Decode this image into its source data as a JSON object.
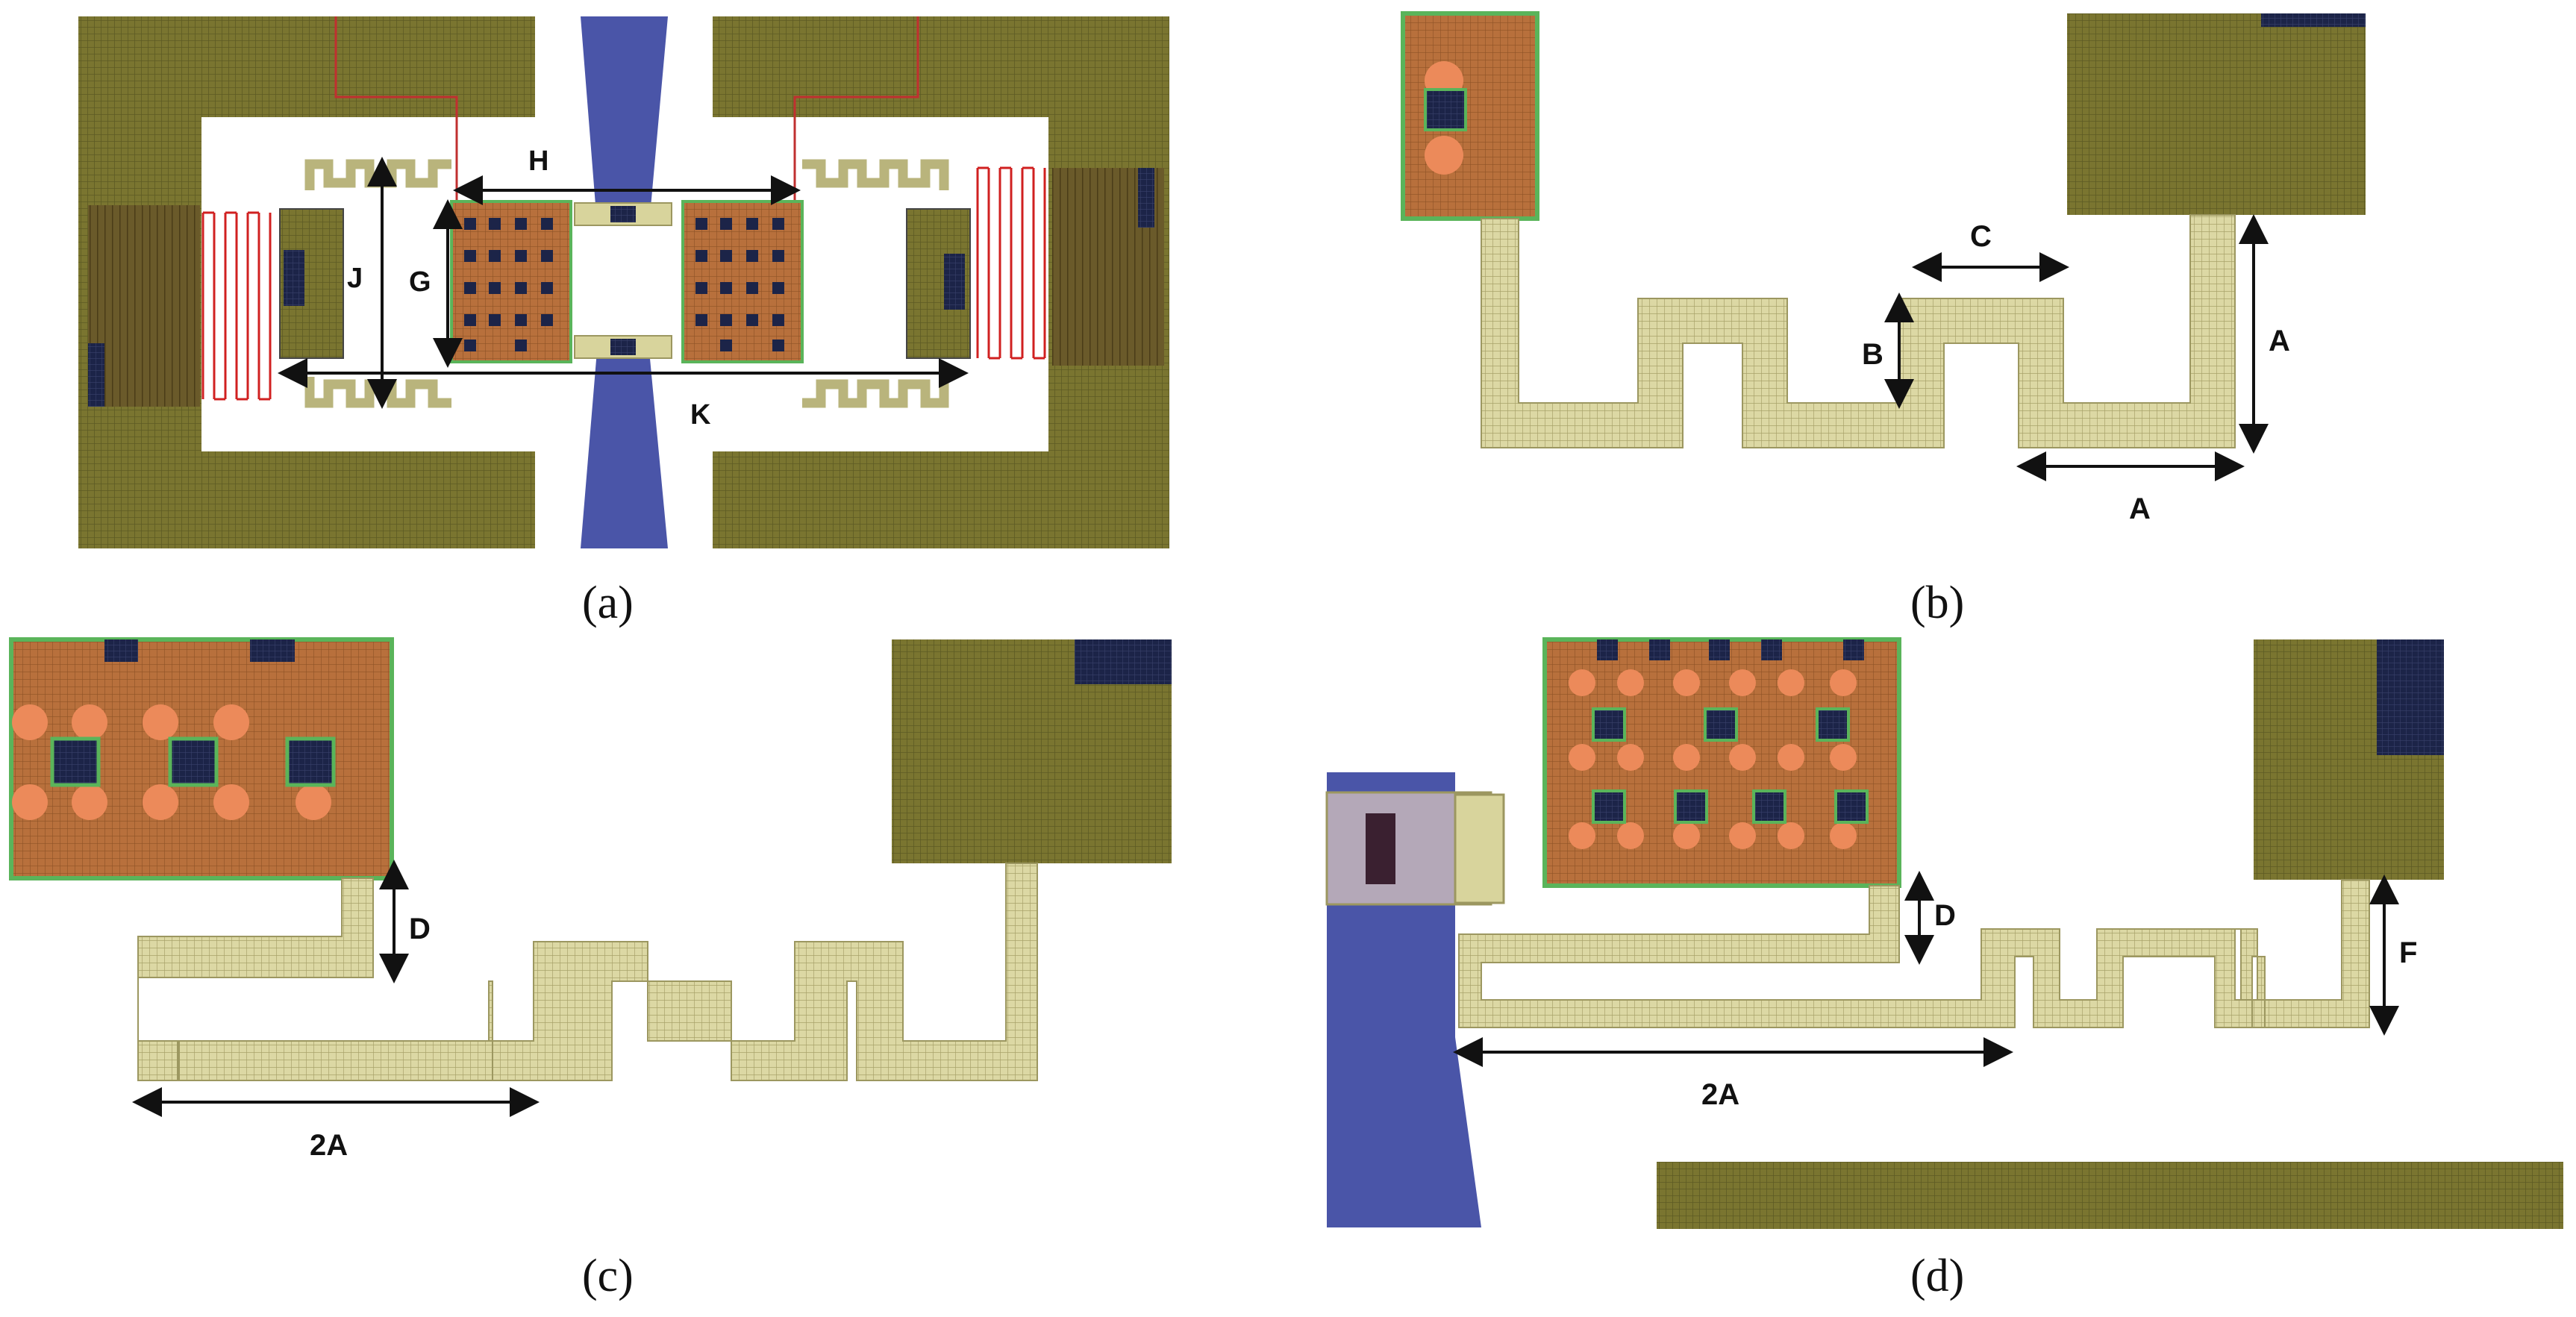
{
  "panels": {
    "a": {
      "caption": "(a)",
      "labels": {
        "H": "H",
        "J": "J",
        "G": "G",
        "K": "K"
      }
    },
    "b": {
      "caption": "(b)",
      "labels": {
        "C": "C",
        "B": "B",
        "A_vertical": "A",
        "A_horizontal": "A"
      }
    },
    "c": {
      "caption": "(c)",
      "labels": {
        "D": "D",
        "2A": "2A"
      }
    },
    "d": {
      "caption": "(d)",
      "labels": {
        "D": "D",
        "F": "F",
        "2A": "2A"
      }
    }
  },
  "colors": {
    "gold_pad": "#7a7530",
    "beam": "#d8d49c",
    "beam_edge": "#9c9760",
    "blue_line": "#4a55a8",
    "navy": "#1c2448",
    "orange_body": "#b8703c",
    "orange_dot": "#ec8a5a",
    "red_trace": "#d02020",
    "green_edge": "#5ab45a"
  }
}
